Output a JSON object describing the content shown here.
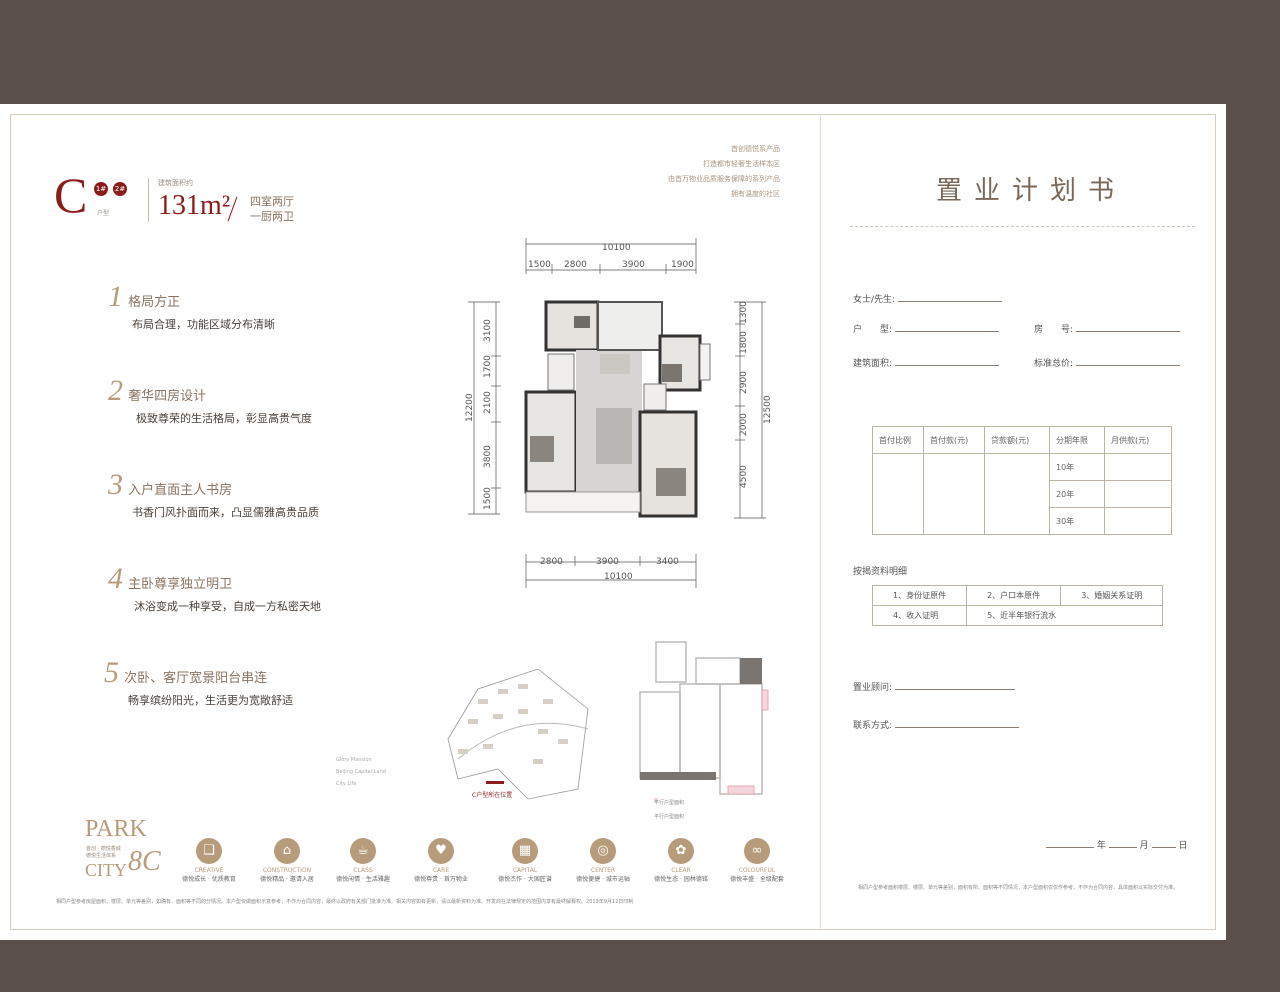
{
  "header": {
    "unit_letter": "C",
    "unit_badges": [
      "1#",
      "2#"
    ],
    "unit_label": "户型",
    "area_label": "建筑面积约",
    "area": "131m²",
    "room_type_line1": "四室两厅",
    "room_type_line2": "一厨两卫"
  },
  "taglines": [
    "首创德悦系产品",
    "打造都市轻奢生活样本区",
    "由首万物业品质服务保障的系列产品",
    "拥有温度的社区"
  ],
  "features": [
    {
      "num": "1",
      "title": "格局方正",
      "desc": "布局合理，功能区域分布清晰"
    },
    {
      "num": "2",
      "title": "奢华四房设计",
      "desc": "极致尊荣的生活格局，彰显高贵气度"
    },
    {
      "num": "3",
      "title": "入户直面主人书房",
      "desc": "书香门风扑面而来，凸显儒雅高贵品质"
    },
    {
      "num": "4",
      "title": "主卧尊享独立明卫",
      "desc": "沐浴变成一种享受，自成一方私密天地"
    },
    {
      "num": "5",
      "title": "次卧、客厅宽景阳台串连",
      "desc": "畅享缤纷阳光，生活更为宽敞舒适"
    }
  ],
  "dims": {
    "top_total": "10100",
    "top": [
      "1500",
      "2800",
      "3900",
      "1900"
    ],
    "bottom": [
      "2800",
      "3900",
      "3400"
    ],
    "bottom_total": "10100",
    "left_total": "12200",
    "left": [
      "3100",
      "1700",
      "2100",
      "3800",
      "1500"
    ],
    "right": [
      "1300",
      "1800",
      "2900",
      "2000",
      "4500"
    ],
    "right_total": "12500"
  },
  "site_label": "C户型所在位置",
  "site_text": [
    "Glory Mansion",
    "Beijing Capital Land",
    "City Life"
  ],
  "legend": [
    "平行户型面积",
    "平行户型面积"
  ],
  "brand": {
    "park": "PARK",
    "city": "CITY",
    "num": "8C",
    "sub1": "首创 · 德悦香城",
    "sub2": "德悦生活体系"
  },
  "icons": [
    {
      "en": "CREATIVE",
      "cn": "德悦成长 · 优质教育",
      "glyph": "book-icon"
    },
    {
      "en": "CONSTRUCTION",
      "cn": "德悦精品 · 邀请入居",
      "glyph": "house-icon"
    },
    {
      "en": "CLASS",
      "cn": "德悦闲情 · 生活雅趣",
      "glyph": "cup-icon"
    },
    {
      "en": "CARE",
      "cn": "德悦尊贵 · 首万物业",
      "glyph": "heart-icon"
    },
    {
      "en": "CAPITAL",
      "cn": "德悦杰作 · 大国匠谱",
      "glyph": "building-icon"
    },
    {
      "en": "CENTER",
      "cn": "德悦便捷 · 城市运轴",
      "glyph": "center-icon"
    },
    {
      "en": "CLEAR",
      "cn": "德悦生态 · 园林德铭",
      "glyph": "leaf-icon"
    },
    {
      "en": "COLOURFUL",
      "cn": "德悦丰盛 · 全级配套",
      "glyph": "rings-icon"
    }
  ],
  "disclaimer": "相同户型参考房屋面积、楼层、单元等差别，如确有、面积等不同的分情况。本户型仅做面积示意参考，不作为合同内容，最终以政府有关部门批准为准。相关内容如有更新，请以最新资料为准。开发商在法律规定的范围内享有最终解释权。2019年9月12日印制",
  "right": {
    "title": "置业计划书",
    "client_label": "女士/先生:",
    "type_label": "户　　型:",
    "room_label": "房　　号:",
    "area_label": "建筑面积:",
    "total_label": "标准总价:",
    "table_head": [
      "首付比例",
      "首付款(元)",
      "贷款额(元)",
      "分期年限",
      "月供款(元)"
    ],
    "years": [
      "10年",
      "20年",
      "30年"
    ],
    "docs_title": "按揭资料明细",
    "docs_row1": [
      "1、身份证原件",
      "2、户口本原件",
      "3、婚姻关系证明"
    ],
    "docs_row2": [
      "4、收入证明",
      "5、近半年银行流水"
    ],
    "consultant_label": "置业顾问:",
    "contact_label": "联系方式:",
    "date_y": "年",
    "date_m": "月",
    "date_d": "日",
    "disclaimer": "相同户型参考面积楼层、楼层、单元等差别，面积有所、面积等不同情况，本户型面积仅仅作参考，不作为合同内容，具体面积以实际交付为准。"
  }
}
